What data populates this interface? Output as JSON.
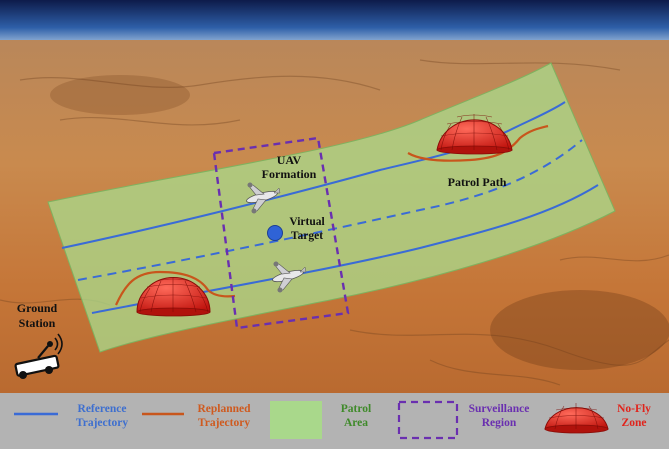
{
  "scene": {
    "labels": {
      "uav_formation": [
        "UAV",
        "Formation"
      ],
      "virtual_target": [
        "Virtual",
        "Target"
      ],
      "patrol_path": "Patrol Path",
      "ground_station": [
        "Ground",
        "Station"
      ]
    }
  },
  "legend": {
    "reference": {
      "lines": [
        "Reference",
        "Trajectory"
      ],
      "color": "#3e6fcf"
    },
    "replanned": {
      "lines": [
        "Replanned",
        "Trajectory"
      ],
      "color": "#cf5a1f"
    },
    "patrol_area": {
      "lines": [
        "Patrol",
        "Area"
      ],
      "color": "#3f8a2a"
    },
    "surveillance": {
      "lines": [
        "Surveillance",
        "Region"
      ],
      "color": "#6a2fb0"
    },
    "no_fly": {
      "lines": [
        "No-Fly",
        "Zone"
      ],
      "color": "#e0241c"
    }
  },
  "colors": {
    "trajectory": "#3a6bd6",
    "replanned": "#c8561c",
    "patrol_fill": "#a9d88b",
    "surveillance": "#6a2fb0",
    "nofly": "#e52a22",
    "target": "#2f63d6"
  }
}
